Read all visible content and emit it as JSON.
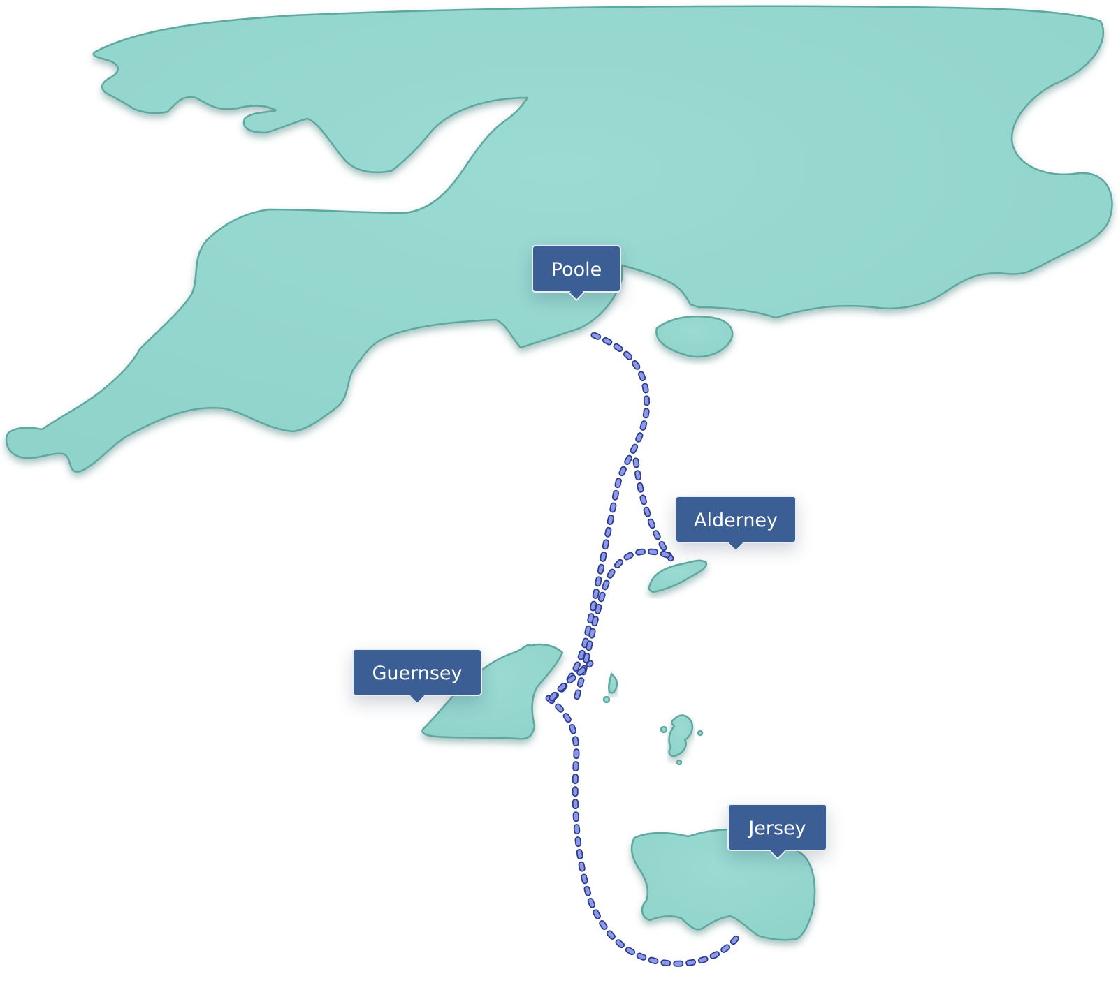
{
  "map": {
    "land_color": "#8fd3cb",
    "route_color": "#8c99e6",
    "labels": {
      "poole": "Poole",
      "alderney": "Alderney",
      "guernsey": "Guernsey",
      "jersey": "Jersey"
    }
  }
}
